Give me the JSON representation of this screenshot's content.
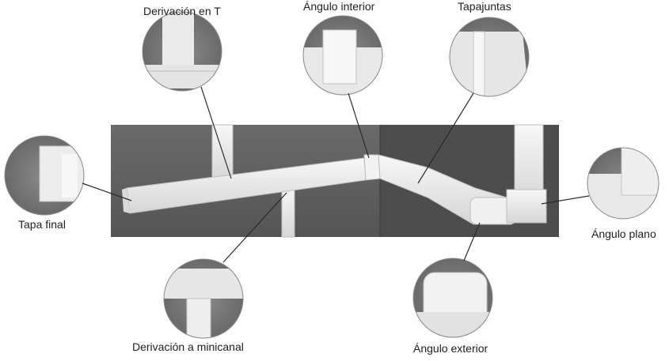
{
  "labels": {
    "derivacion_t": "Derivación en T",
    "angulo_interior": "Ángulo interior",
    "tapajuntas": "Tapajuntas",
    "tapa_final": "Tapa final",
    "angulo_plano": "Ángulo plano",
    "derivacion_minicanal": "Derivación a minicanal",
    "angulo_exterior": "Ángulo exterior"
  },
  "colors": {
    "wall": "#5c5c5c",
    "wall_right": "#4a4a4a",
    "channel": "#ededed",
    "channel_shadow": "#cfcfcf",
    "leader_line": "#2a2a2a"
  }
}
